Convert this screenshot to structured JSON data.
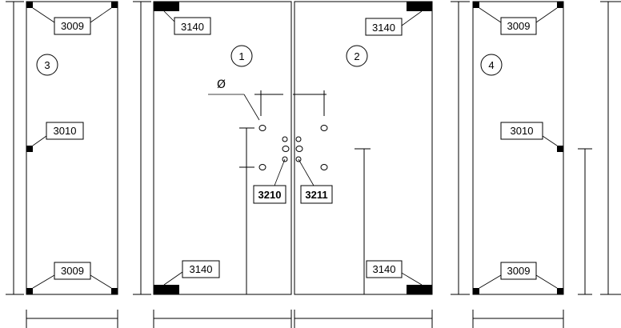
{
  "panels": [
    {
      "id": "panel-1",
      "number": "1"
    },
    {
      "id": "panel-2",
      "number": "2"
    },
    {
      "id": "panel-3",
      "number": "3"
    },
    {
      "id": "panel-4",
      "number": "4"
    }
  ],
  "tags": {
    "p3_top": "3009",
    "p3_mid": "3010",
    "p3_bot": "3009",
    "p1_top": "3140",
    "p1_bot": "3140",
    "p2_top": "3140",
    "p2_bot": "3140",
    "p4_top": "3009",
    "p4_mid": "3010",
    "p4_bot": "3009",
    "handle_left": "3210",
    "handle_right": "3211"
  },
  "symbols": {
    "diameter": "Ø"
  }
}
